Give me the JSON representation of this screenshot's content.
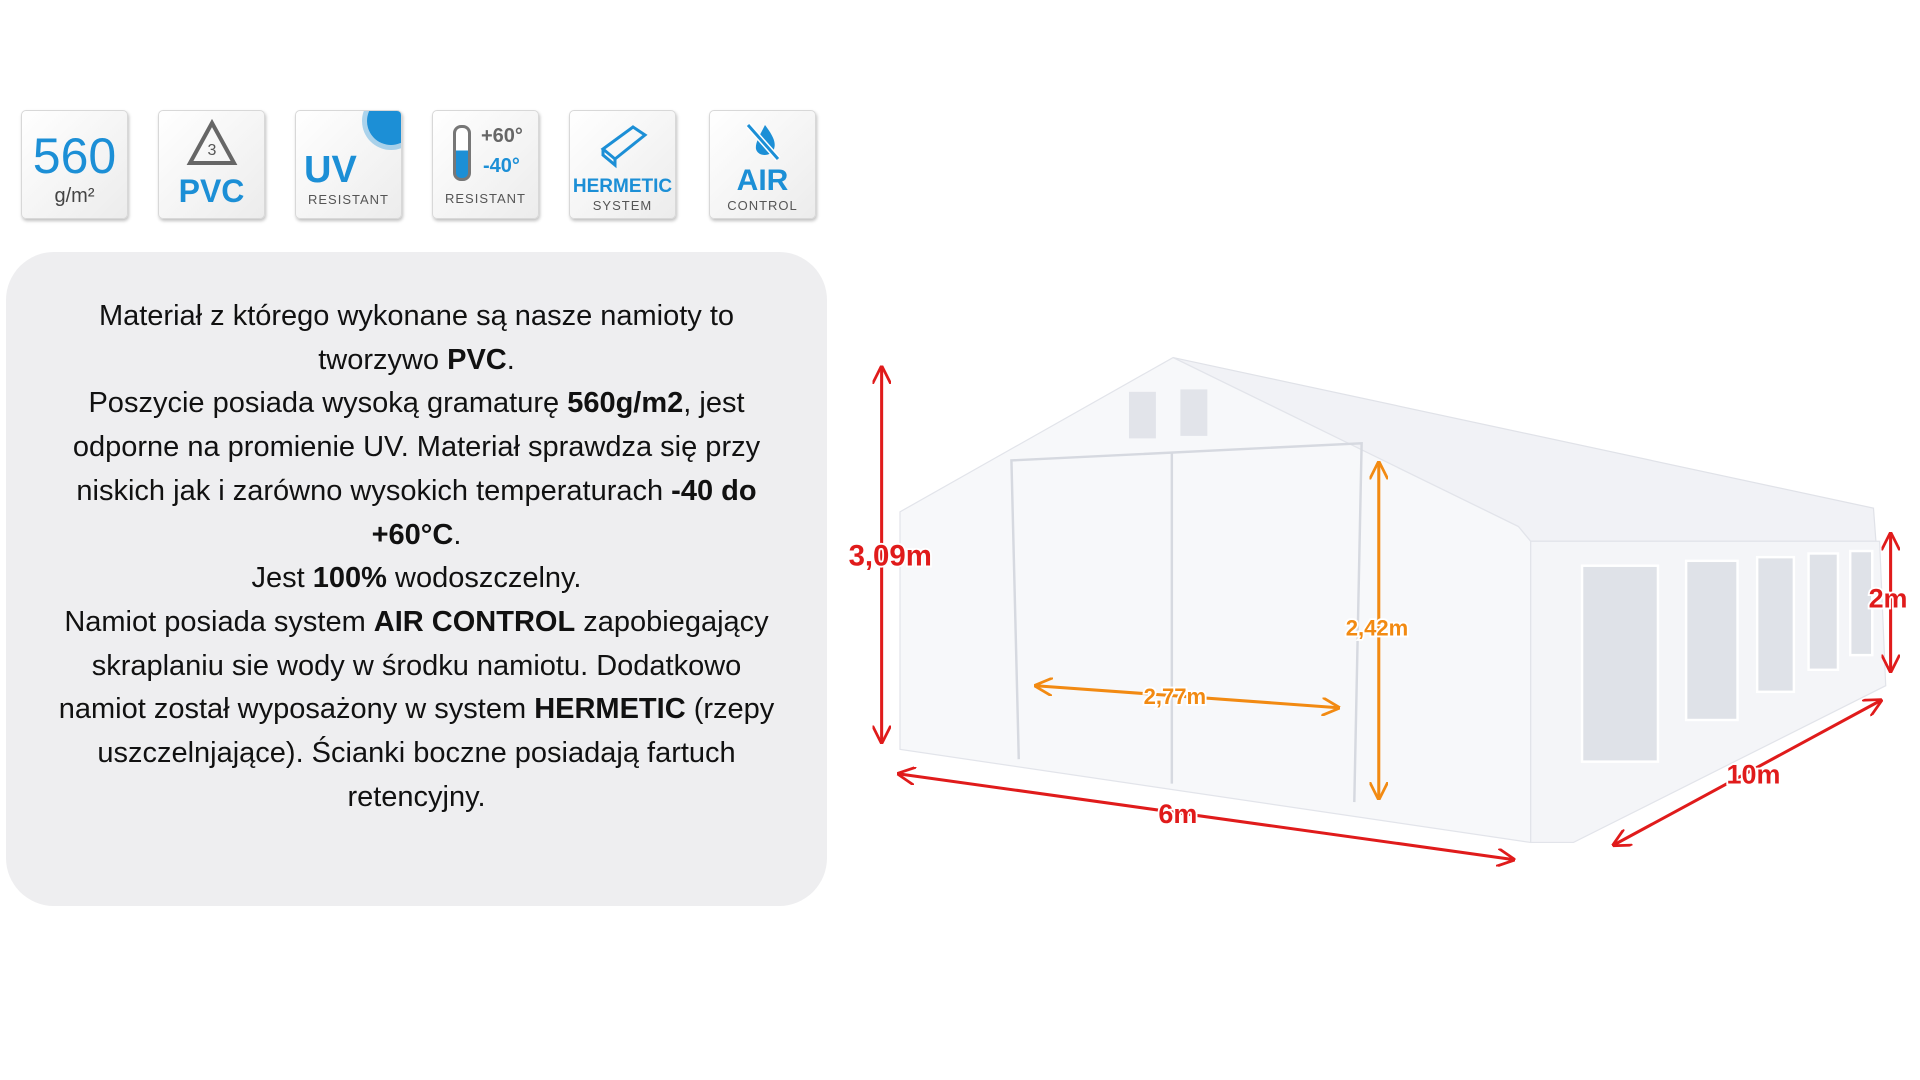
{
  "badges": [
    {
      "main": "560",
      "sub": "g/m²"
    },
    {
      "main": "PVC",
      "sub": "3"
    },
    {
      "main": "UV",
      "sub": "RESISTANT"
    },
    {
      "main": "+60°",
      "main2": "-40°",
      "sub": "RESISTANT"
    },
    {
      "main": "HERMETIC",
      "sub": "SYSTEM"
    },
    {
      "main": "AIR",
      "sub": "CONTROL"
    }
  ],
  "description": {
    "p1a": "Materiał z którego wykonane są nasze namioty to tworzywo ",
    "p1b": "PVC",
    "p1c": ".",
    "p2a": "Poszycie posiada wysoką gramaturę ",
    "p2b": "560g/m2",
    "p2c": ", jest odporne na promienie UV. Materiał sprawdza się przy niskich jak i zarówno wysokich temperaturach ",
    "p2d": "-40 do +60°C",
    "p2e": ".",
    "p3a": "Jest ",
    "p3b": "100%",
    "p3c": " wodoszczelny.",
    "p4a": "Namiot posiada system ",
    "p4b": "AIR CONTROL",
    "p4c": " zapobiegający skraplaniu sie wody w środku namiotu. Dodatkowo namiot został wyposażony w system ",
    "p4d": "HERMETIC",
    "p4e": " (rzepy uszczelnjające). Ścianki boczne posiadają fartuch retencyjny."
  },
  "dimensions": {
    "height_total": "3,09m",
    "height_side": "2m",
    "width": "6m",
    "length": "10m",
    "door_height": "2,42m",
    "door_width": "2,77m"
  },
  "colors": {
    "accent": "#1c8fd6",
    "dim_red": "#e01b1b",
    "dim_orange": "#f28a12",
    "panel": "#eeeef0"
  }
}
